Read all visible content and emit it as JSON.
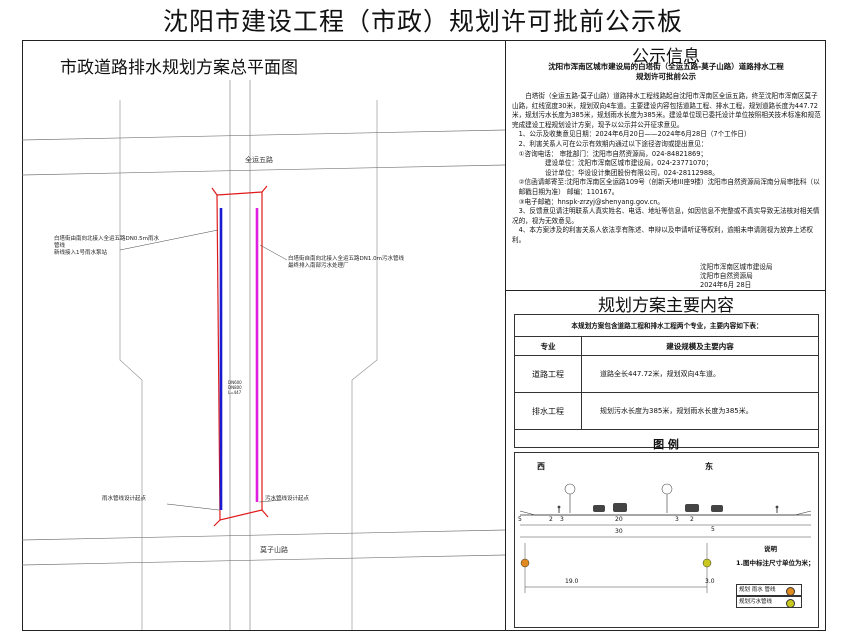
{
  "page": {
    "title": "沈阳市建设工程（市政）规划许可批前公示板"
  },
  "map": {
    "title": "市政道路排水规划方案总平面图",
    "roads": {
      "north": "全运五路",
      "south": "莫子山路"
    },
    "labels": {
      "left_top": "白塔街由南向北接入全运五路DN0.5m雨水管线\n新线接入1号雨水泵站",
      "right_top": "白塔街自南向北接入全运五路DN1.0m污水管线\n最终排入南部污水处理厂",
      "left_bottom": "雨水管线设计起点",
      "right_bottom": "污水管线设计起点",
      "pipe_mid": "DN600\nDN800\nL=447"
    },
    "colors": {
      "rain": "#1a1ad0",
      "sewage": "#e020e0",
      "red_line": "#e01a1a",
      "road": "#555555"
    }
  },
  "notice": {
    "title": "公示信息",
    "subtitle": [
      "沈阳市浑南区城市建设局的白塔街（全运五路-莫子山路）道路排水工程",
      "规划许可批前公示"
    ],
    "paragraphs": [
      "白塔街（全运五路-莫子山路）道路排水工程线路起自沈阳市浑南区全运五路，终至沈阳市浑南区莫子山路，红线宽度30米，规划双向4车道。主要建设内容包括道路工程、排水工程，规划道路长度为447.72米，规划污水长度为385米，规划雨水长度为385米。建设单位现已委托设计单位按照相关技术标准和规范完成建设工程规划设计方案，现予以公示并公开征求意见。",
      "1、公示及收集意见日期：2024年6月20日——2024年6月28日（7个工作日）",
      "2、利害关系人可在公示有效期内通过以下途径咨询或提出意见：",
      "①咨询电话：  审批部门：沈阳市自然资源局，024-84821869；",
      "建设单位：沈阳市浑南区城市建设局，024-23771070；",
      "设计单位：华设设计集团股份有限公司，024-28112988。",
      "②信函请邮寄至:沈阳市浑南区全运路109号（创新天地III座9楼）沈阳市自然资源局浑南分局审批科（以邮戳日期为准） 邮编：110167。",
      "③电子邮箱：hnspk-zrzyj@shenyang.gov.cn。",
      "3、反馈意见请注明联系人真实姓名、电话、地址等信息，如因信息不完整或不真实导致无法核对相关情况的，视为无效意见。",
      "4、本方案涉及的利害关系人依法享有陈述、申辩以及申请听证等权利，逾期未申请则视为放弃上述权利。"
    ],
    "signature": [
      "沈阳市浑南区城市建设局",
      "沈阳市自然资源局",
      "2024年6月  28日"
    ]
  },
  "plan": {
    "title": "规划方案主要内容",
    "intro": "本规划方案包含道路工程和排水工程两个专业，主要内容如下表：",
    "headers": [
      "专业",
      "建设规模及主要内容"
    ],
    "rows": [
      {
        "spec": "道路工程",
        "desc": "道路全长447.72米，规划双向4车道。"
      },
      {
        "spec": "排水工程",
        "desc": "规划污水长度为385米，规划雨水长度为385米。"
      }
    ]
  },
  "legend": {
    "title": "图 例",
    "west": "西",
    "east": "东",
    "dims": [
      "5",
      "2",
      "3",
      "20",
      "3",
      "2",
      "5",
      "30",
      "19.0",
      "3.0"
    ],
    "note_title": "说明",
    "note_text": "1.图中标注尺寸单位为米；",
    "items": [
      "规划 雨水 管线",
      "规划污水管线"
    ],
    "item_colors": [
      "#e08a20",
      "#c8c820"
    ]
  }
}
